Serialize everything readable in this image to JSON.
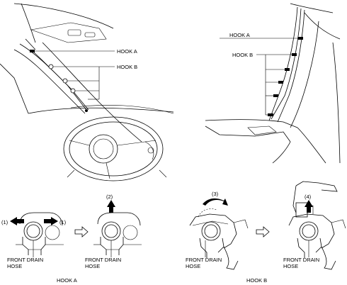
{
  "labels": {
    "hook_a": "HOOK A",
    "hook_b": "HOOK B",
    "front_drain_hose": [
      "FRONT DRAIN",
      "HOSE"
    ],
    "step_1": "(1)",
    "step_2": "(2)",
    "step_3": "(3)",
    "step_4": "(4)"
  },
  "sections": {
    "hook_a_title": "HOOK A",
    "hook_b_title": "HOOK B"
  }
}
